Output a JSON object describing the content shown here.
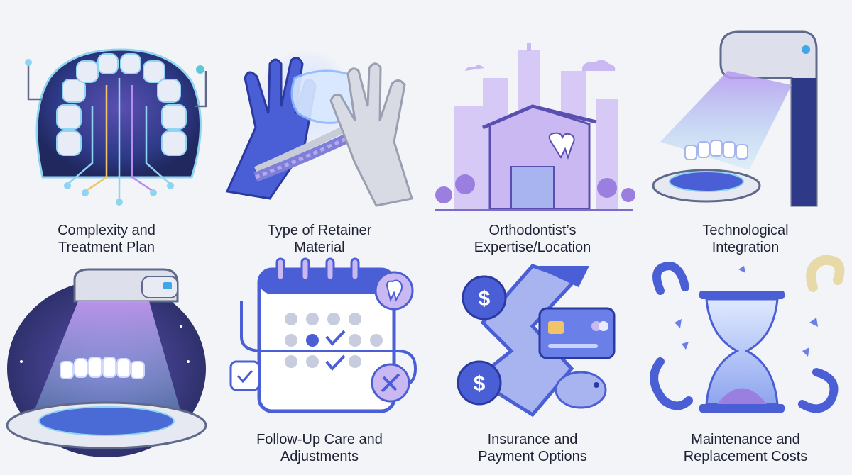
{
  "colors": {
    "background": "#f3f4f8",
    "primary_blue": "#4a5fd6",
    "purple": "#9b7fe0",
    "lavender": "#c9b8f2",
    "cyan_glow": "#8fd4f0",
    "text": "#1d2233"
  },
  "items": [
    {
      "line1": "Complexity and",
      "line2": "Treatment Plan",
      "icon": "circuit-teeth-icon"
    },
    {
      "line1": "Type of Retainer",
      "line2": "Material",
      "icon": "gloves-retainer-icon"
    },
    {
      "line1": "Orthodontist’s",
      "line2": "Expertise/Location",
      "icon": "dental-clinic-city-icon"
    },
    {
      "line1": "Technological",
      "line2": "Integration",
      "icon": "3d-scanner-icon"
    },
    {
      "line1": "",
      "line2": "",
      "icon": "teeth-scanner-icon"
    },
    {
      "line1": "Follow-Up Care and",
      "line2": "Adjustments",
      "icon": "calendar-schedule-icon"
    },
    {
      "line1": "Insurance and",
      "line2": "Payment Options",
      "icon": "payment-cycle-icon"
    },
    {
      "line1": "Maintenance and",
      "line2": "Replacement Costs",
      "icon": "hourglass-retainers-icon"
    }
  ]
}
